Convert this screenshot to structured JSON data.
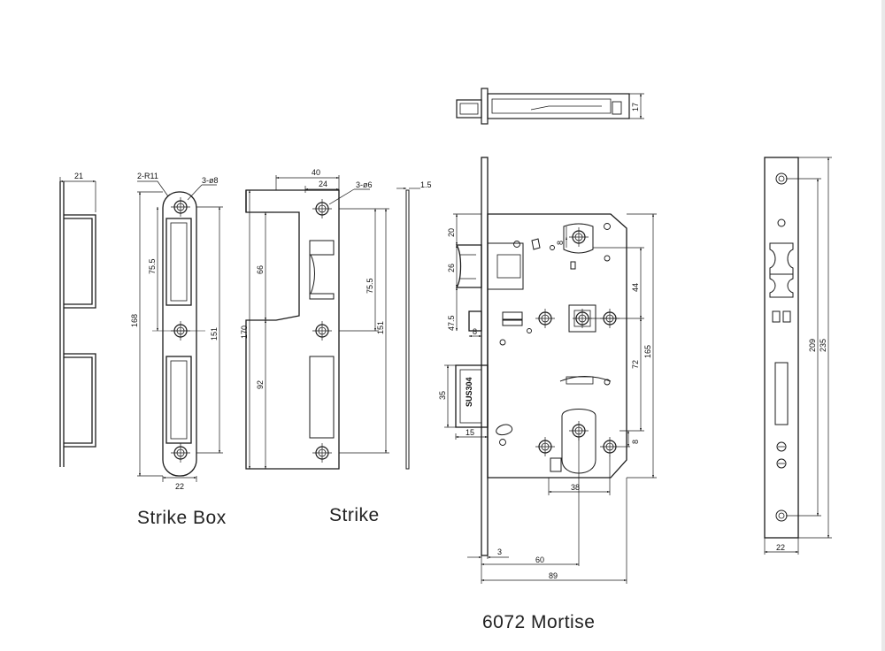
{
  "captions": {
    "strike_box": "Strike Box",
    "strike": "Strike",
    "mortise": "6072 Mortise"
  },
  "strike_box_dims": {
    "side_width": "21",
    "radius_note": "2-R11",
    "hole_note": "3-ø8",
    "upper_pitch": "75.5",
    "height": "168",
    "pitch": "151",
    "width": "22"
  },
  "strike_dims": {
    "width": "40",
    "inner_width": "24",
    "hole_note": "3-ø6",
    "upper_height": "66",
    "height": "170",
    "upper_pitch": "75.5",
    "lower_height": "92",
    "pitch": "151",
    "thickness": "1.5"
  },
  "mortise_dims": {
    "top_thickness": "17",
    "latch_offset": "20",
    "latch_height": "26",
    "deadbolt_offset": "47.5",
    "deadbolt_throw": "8",
    "bolt_height": "35",
    "material": "SUS304",
    "bolt_width": "15",
    "handle_offset": "8",
    "handle_to_spindle": "44",
    "spindle_to_cylinder": "72",
    "case_height": "165",
    "cylinder_offset": "8",
    "cylinder_spacing": "38",
    "faceplate_thickness": "3",
    "backset": "60",
    "case_depth": "89",
    "faceplate_inner": "209",
    "faceplate_height": "235",
    "faceplate_width": "22"
  },
  "colors": {
    "line": "#1a1a1a",
    "background": "#ffffff",
    "edge": "#e9e9e9"
  }
}
